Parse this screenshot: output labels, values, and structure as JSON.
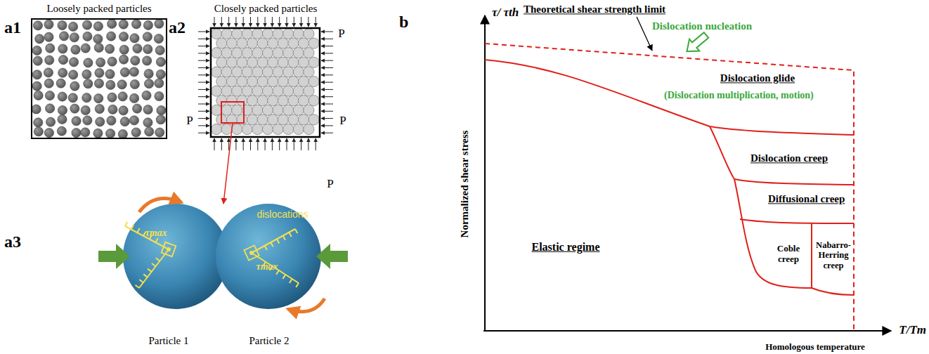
{
  "diagram": {
    "labels": [
      "a1",
      "Loosely packed particles",
      "a2",
      "Closely packed particles",
      "P",
      "P",
      "P",
      "P",
      "a3",
      "τmax",
      "dislocations",
      "τmax",
      "Particle 1",
      "Particle 2",
      "b",
      "τ/ τth",
      "Theoretical shear strength limit",
      "Dislocation nucleation",
      "Dislocation glide",
      "(Dislocation multiplication, motion)",
      "Dislocation creep",
      "Diffusional creep",
      "Coble creep",
      "Nabarro-Herring creep",
      "Elastic regime",
      "Normalized shear stress",
      "Homologous temperature",
      "T/Tm"
    ]
  }
}
